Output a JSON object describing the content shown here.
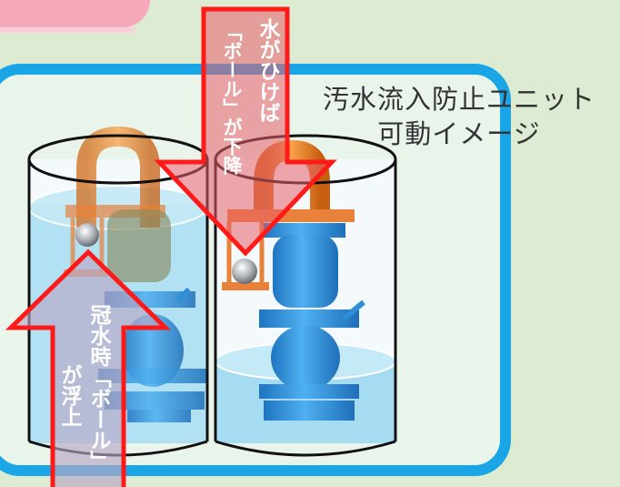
{
  "title": {
    "line1": "汚水流入防止ユニット",
    "line2": "可動イメージ"
  },
  "arrow_down": {
    "text_col1": "水がひけば",
    "text_col2": "「ボール」が下降",
    "color": "#ff1a1a"
  },
  "arrow_up": {
    "text_col1": "冠水時「ボール」",
    "text_col2": "が浮上",
    "color": "#ff1a1a"
  },
  "colors": {
    "background": "#ddebd2",
    "frame": "#1aa6e6",
    "water": "#8fd3ef",
    "pump": "#2e8fd8",
    "pipe": "#f08a2a"
  }
}
